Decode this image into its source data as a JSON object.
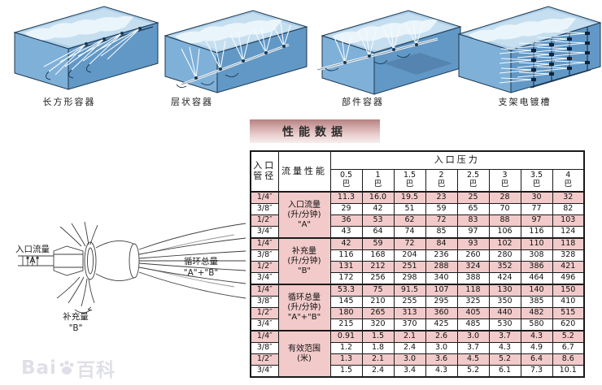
{
  "section_title": "性能数据",
  "containers": [
    {
      "label": "长方形容器"
    },
    {
      "label": "层状容器"
    },
    {
      "label": "部件容器"
    },
    {
      "label": "支架电镀槽"
    }
  ],
  "diagram": {
    "inlet_label": "入口流量",
    "inlet_symbol": "\"A\"",
    "circulation_label": "循环总量",
    "circulation_symbol": "\"A\"+\"B\"",
    "makeup_label": "补充量",
    "makeup_symbol": "\"B\""
  },
  "table": {
    "corner_header_line1": "入口",
    "corner_header_line2": "管径",
    "col2_header": "流量性能",
    "pressure_header": "入口压力",
    "pressure_unit": "巴",
    "pressure_cols": [
      "0.5",
      "1",
      "1.5",
      "2",
      "2.5",
      "3",
      "3.5",
      "4"
    ],
    "row_sizes": [
      "1/4″",
      "3/8″",
      "1/2″",
      "3/4″"
    ],
    "groups": [
      {
        "label_lines": [
          "入口流量",
          "(升/分钟)",
          "\"A\""
        ],
        "rows": [
          [
            "11.3",
            "16.0",
            "19.5",
            "23",
            "25",
            "28",
            "30",
            "32"
          ],
          [
            "29",
            "42",
            "51",
            "59",
            "65",
            "70",
            "77",
            "82"
          ],
          [
            "36",
            "53",
            "62",
            "72",
            "83",
            "88",
            "97",
            "103"
          ],
          [
            "43",
            "64",
            "74",
            "85",
            "97",
            "106",
            "116",
            "124"
          ]
        ]
      },
      {
        "label_lines": [
          "补充量",
          "(升/分钟)",
          "\"B\""
        ],
        "rows": [
          [
            "42",
            "59",
            "72",
            "84",
            "93",
            "102",
            "110",
            "118"
          ],
          [
            "116",
            "168",
            "204",
            "236",
            "260",
            "280",
            "308",
            "328"
          ],
          [
            "131",
            "212",
            "251",
            "288",
            "324",
            "352",
            "386",
            "421"
          ],
          [
            "172",
            "256",
            "298",
            "340",
            "388",
            "424",
            "464",
            "496"
          ]
        ]
      },
      {
        "label_lines": [
          "循环总量",
          "(升/分钟)",
          "\"A\"+\"B\""
        ],
        "rows": [
          [
            "53.3",
            "75",
            "91.5",
            "107",
            "118",
            "130",
            "140",
            "150"
          ],
          [
            "145",
            "210",
            "255",
            "295",
            "325",
            "350",
            "385",
            "410"
          ],
          [
            "180",
            "265",
            "313",
            "360",
            "405",
            "440",
            "482",
            "515"
          ],
          [
            "215",
            "320",
            "370",
            "425",
            "485",
            "530",
            "580",
            "620"
          ]
        ]
      },
      {
        "label_lines": [
          "有效范围",
          "(米)"
        ],
        "rows": [
          [
            "0.91",
            "1.5",
            "2.1",
            "2.6",
            "3.0",
            "3.7",
            "4.3",
            "5.2"
          ],
          [
            "1.2",
            "1.8",
            "2.4",
            "3.0",
            "3.7",
            "4.3",
            "4.9",
            "6.7"
          ],
          [
            "1.3",
            "2.1",
            "3.0",
            "3.6",
            "4.5",
            "5.2",
            "6.4",
            "8.6"
          ],
          [
            "1.5",
            "2.4",
            "3.4",
            "4.3",
            "5.2",
            "6.1",
            "7.3",
            "10.1"
          ]
        ]
      }
    ]
  },
  "watermark": {
    "prefix": "Bai",
    "suffix": "百科"
  },
  "colors": {
    "row_stripe": "#f2caca",
    "banner_top": "#b78282",
    "banner_bottom": "#f7eeee",
    "tank_side": "#7fb0d8",
    "tank_front": "#6298c6",
    "tank_water": "#c6dff0",
    "bottom_strip": "#f8dee0"
  }
}
